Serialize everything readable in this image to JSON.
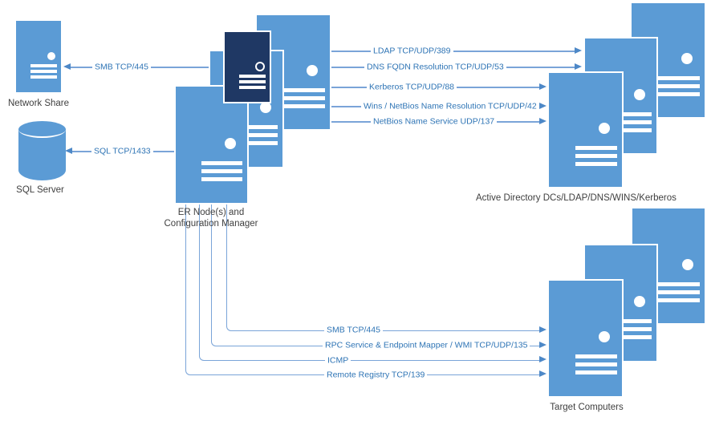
{
  "colors": {
    "server_blue": "#5B9BD5",
    "server_navy": "#1F3864",
    "connector_blue": "#7AA4D8",
    "arrowhead_blue": "#4D88C7",
    "arrow_text_blue": "#2E74B5",
    "node_text_gray": "#3F3F3F"
  },
  "nodes": {
    "network_share": {
      "label": "Network Share"
    },
    "sql_server": {
      "label": "SQL Server"
    },
    "er_cluster": {
      "label_line1": "ER Node(s) and",
      "label_line2": "Configuration Manager"
    },
    "active_directory": {
      "label": "Active Directory DCs/LDAP/DNS/WINS/Kerberos"
    },
    "target_computers": {
      "label": "Target Computers"
    }
  },
  "arrows": {
    "er_to_active_directory": [
      {
        "label": "LDAP TCP/UDP/389",
        "direction": "right"
      },
      {
        "label": "DNS FQDN Resolution TCP/UDP/53",
        "direction": "right"
      },
      {
        "label": "Kerberos TCP/UDP/88",
        "direction": "right"
      },
      {
        "label": "Wins / NetBios Name Resolution TCP/UDP/42",
        "direction": "right"
      },
      {
        "label": "NetBios Name Service UDP/137",
        "direction": "right"
      }
    ],
    "er_to_network_share": {
      "label": "SMB TCP/445",
      "direction": "left"
    },
    "er_to_sql_server": {
      "label": "SQL TCP/1433",
      "direction": "left"
    },
    "er_to_target_computers": [
      {
        "label": "SMB TCP/445",
        "direction": "right"
      },
      {
        "label": "RPC Service & Endpoint Mapper / WMI TCP/UDP/135",
        "direction": "right"
      },
      {
        "label": "ICMP",
        "direction": "right"
      },
      {
        "label": "Remote Registry TCP/139",
        "direction": "right"
      }
    ]
  }
}
